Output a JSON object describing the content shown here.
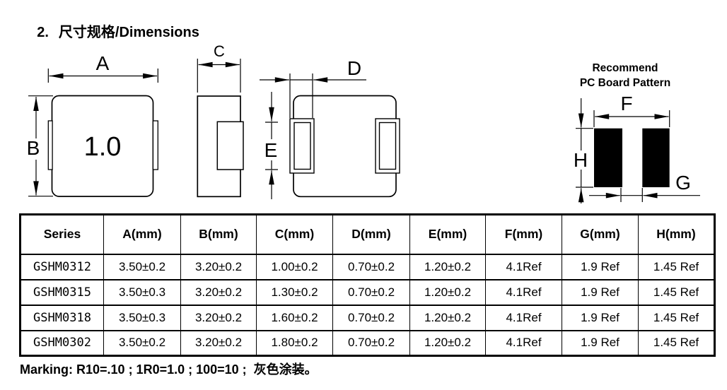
{
  "title": {
    "number": "2.",
    "text": "尺寸规格/Dimensions"
  },
  "drawings": {
    "top_view": {
      "part_marking": "1.0",
      "label_a": "A",
      "label_b": "B"
    },
    "side_view": {
      "label_c": "C"
    },
    "bottom_view": {
      "label_d": "D",
      "label_e": "E"
    },
    "pcb_pattern": {
      "title_line1": "Recommend",
      "title_line2": "PC Board Pattern",
      "label_f": "F",
      "label_g": "G",
      "label_h": "H"
    }
  },
  "table": {
    "columns": [
      "Series",
      "A(mm)",
      "B(mm)",
      "C(mm)",
      "D(mm)",
      "E(mm)",
      "F(mm)",
      "G(mm)",
      "H(mm)"
    ],
    "rows": [
      [
        "GSHM0312",
        "3.50±0.2",
        "3.20±0.2",
        "1.00±0.2",
        "0.70±0.2",
        "1.20±0.2",
        "4.1Ref",
        "1.9 Ref",
        "1.45 Ref"
      ],
      [
        "GSHM0315",
        "3.50±0.3",
        "3.20±0.2",
        "1.30±0.2",
        "0.70±0.2",
        "1.20±0.2",
        "4.1Ref",
        "1.9 Ref",
        "1.45 Ref"
      ],
      [
        "GSHM0318",
        "3.50±0.3",
        "3.20±0.2",
        "1.60±0.2",
        "0.70±0.2",
        "1.20±0.2",
        "4.1Ref",
        "1.9 Ref",
        "1.45 Ref"
      ],
      [
        "GSHM0302",
        "3.50±0.2",
        "3.20±0.2",
        "1.80±0.2",
        "0.70±0.2",
        "1.20±0.2",
        "4.1Ref",
        "1.9 Ref",
        "1.45 Ref"
      ]
    ]
  },
  "marking": "Marking: R10=.10 ; 1R0=1.0 ; 100=10 ;  灰色涂装。",
  "colors": {
    "line": "#000000",
    "pad_fill": "#000000",
    "background": "#ffffff"
  }
}
